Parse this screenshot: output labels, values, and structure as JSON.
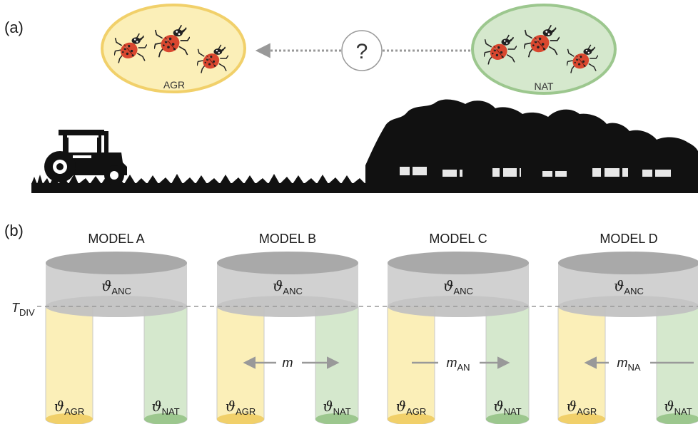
{
  "panels": {
    "a_label": "(a)",
    "b_label": "(b)"
  },
  "populations": {
    "agr": {
      "label": "AGR",
      "color": "#f1d06a",
      "fill": "#fbefb8"
    },
    "nat": {
      "label": "NAT",
      "color": "#9cc78e",
      "fill": "#d5e8cd"
    },
    "question": "?"
  },
  "tdiv": {
    "symbol": "T",
    "sub": "DIV"
  },
  "theta": {
    "symbol": "ϑ",
    "anc": "ANC",
    "agr": "AGR",
    "nat": "NAT"
  },
  "models": [
    {
      "title": "MODEL A",
      "migration": "none",
      "mig_symbol": "",
      "mig_sub": ""
    },
    {
      "title": "MODEL B",
      "migration": "both",
      "mig_symbol": "m",
      "mig_sub": ""
    },
    {
      "title": "MODEL C",
      "migration": "agr_to_nat",
      "mig_symbol": "m",
      "mig_sub": "AN"
    },
    {
      "title": "MODEL D",
      "migration": "nat_to_agr",
      "mig_symbol": "m",
      "mig_sub": "NA"
    }
  ],
  "colors": {
    "ancestral": "#c9c9c9",
    "ancestral_top": "#a9a9a9",
    "arrow": "#999999",
    "silhouette": "#111111"
  }
}
